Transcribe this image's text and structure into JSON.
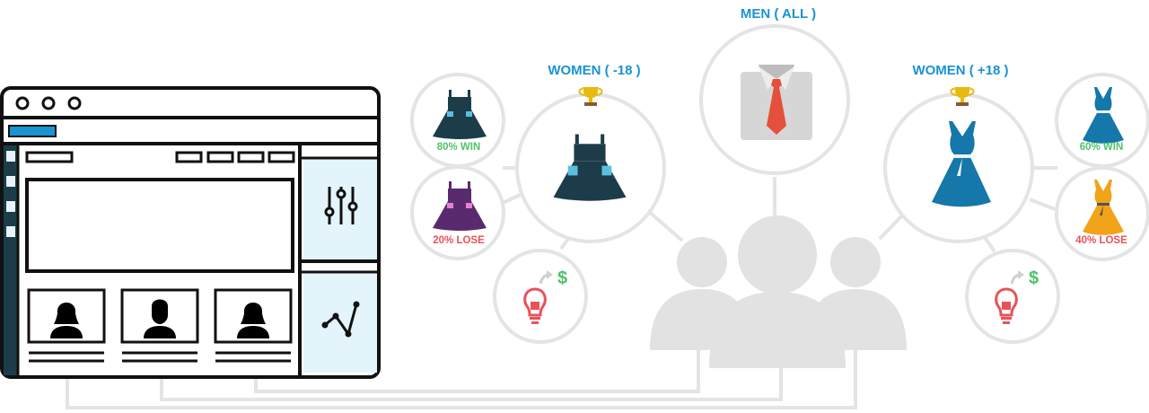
{
  "segments": {
    "women_under": {
      "title": "WOMEN ( -18 )",
      "variant_a": "80% WIN",
      "variant_b": "20% LOSE"
    },
    "men_all": {
      "title": "MEN ( ALL )"
    },
    "women_over": {
      "title": "WOMEN ( +18 )",
      "variant_a": "60% WIN",
      "variant_b": "40% LOSE"
    }
  },
  "icons": {
    "winner": "trophy-icon",
    "revenue": "dollar-icon",
    "idea": "lightbulb-icon",
    "settings": "sliders-icon",
    "analytics": "line-chart-icon"
  },
  "colors": {
    "blue": "#1a93d3",
    "win_green": "#4fc36b",
    "lose_red": "#e8525a",
    "trophy_gold": "#e8b90e",
    "dark_dress": "#1d3c4a",
    "purple_dress": "#5a2a6e",
    "blue_dress": "#1577aa",
    "orange_dress": "#f1a31a",
    "tie_red": "#e4503b",
    "panel_blue": "#e4f4fb"
  }
}
